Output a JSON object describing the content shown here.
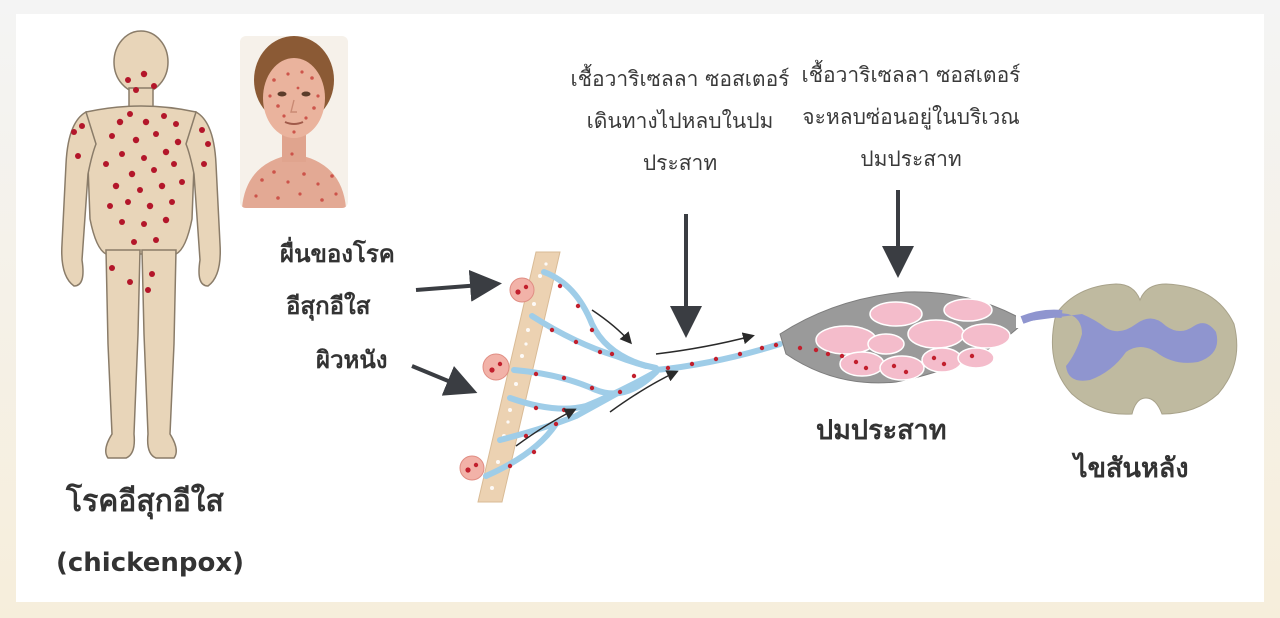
{
  "labels": {
    "disease_name": "โรคอีสุกอีใส",
    "disease_english": "(chickenpox)",
    "rash_line1": "ผื่นของโรค",
    "rash_line2": "อีสุกอีใส",
    "skin": "ผิวหนัง",
    "virus_travels_line1": "เชื้อวาริเซลลา ซอสเตอร์",
    "virus_travels_line2": "เดินทางไปหลบในปม",
    "virus_travels_line3": "ประสาท",
    "virus_hides_line1": "เชื้อวาริเซลลา ซอสเตอร์",
    "virus_hides_line2": "จะหลบซ่อนอยู่ในบริเวณ",
    "virus_hides_line3": "ปมประสาท",
    "ganglion": "ปมประสาท",
    "spinal_cord": "ไขสันหลัง"
  },
  "colors": {
    "skin_tone": "#e8d5b9",
    "skin_strip": "#ecd2b2",
    "nerve": "#9fcde8",
    "virus_dot": "#c21f2d",
    "rash_spot": "#b3162a",
    "ganglion_sheath": "#9a9a9a",
    "ganglion_cells": "#f4bccb",
    "spinal_gray": "#bfbaa0",
    "spinal_matter": "#8f95cf",
    "arrow": "#3a3d42"
  },
  "icons": {
    "body": "human-body-figure",
    "child": "child-face-with-rash",
    "skin": "skin-layer-strip",
    "ganglion": "nerve-ganglion",
    "spinal": "spinal-cord-cross-section"
  }
}
